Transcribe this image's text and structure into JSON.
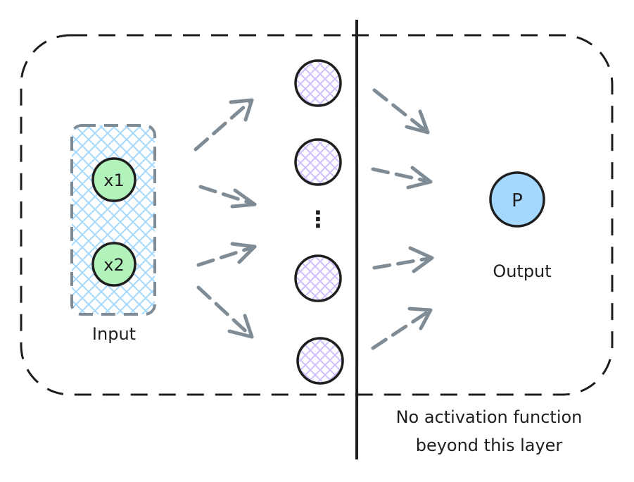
{
  "input_label": "Input",
  "output_label": "Output",
  "input_nodes": [
    "x1",
    "x2"
  ],
  "output_node": "P",
  "ellipsis": "⋮",
  "note_line1": "No activation function",
  "note_line2": "beyond this layer",
  "colors": {
    "stroke": "#1e1e1e",
    "arrow": "#7f8c96",
    "input_node_fill": "#b2f2bb",
    "input_box_hatch": "#a5d8ff",
    "hidden_hatch": "#d0bfff",
    "output_node_fill": "#a5d8ff"
  }
}
